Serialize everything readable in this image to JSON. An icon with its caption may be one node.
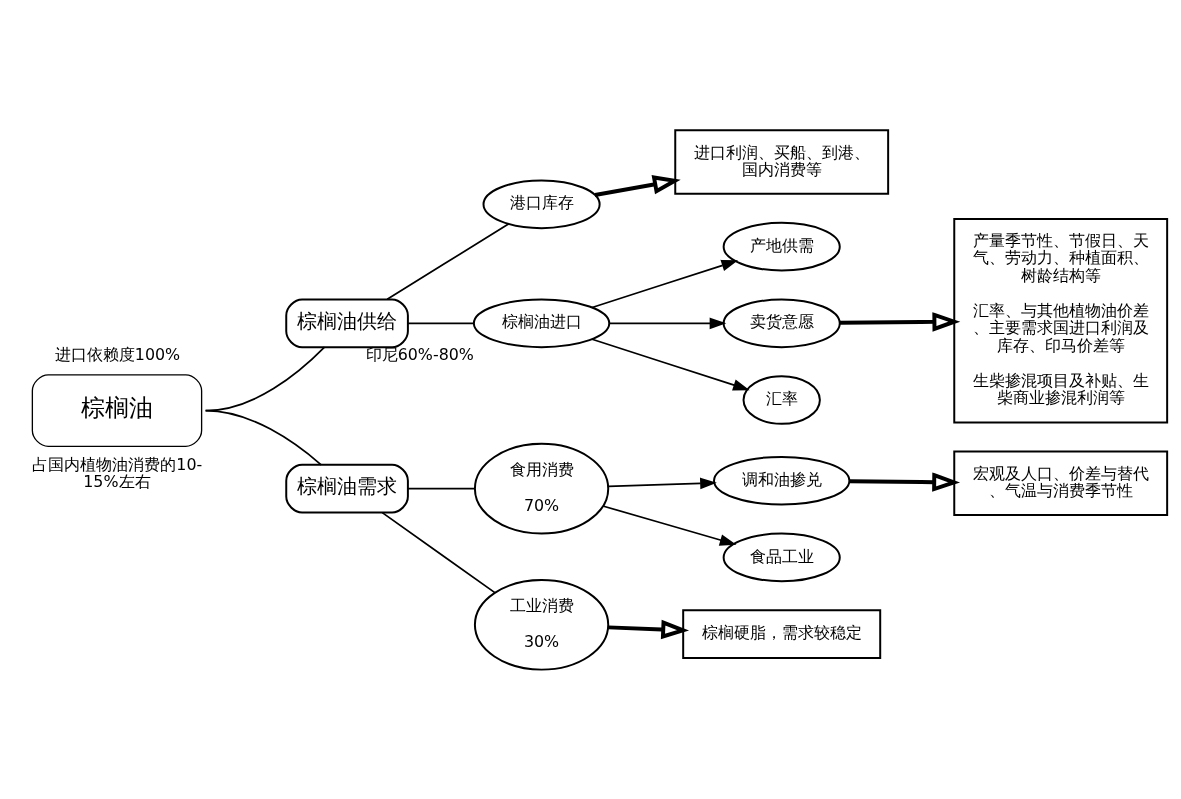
{
  "diagram": {
    "nodes": [
      {
        "text": [
          "棕榈油"
        ],
        "beside": [
          "进口依赖度100%",
          "占国内植物油消费的10-15%左右"
        ]
      },
      {
        "text": [
          "棕榈油供给"
        ]
      },
      {
        "text": [
          "港口库存"
        ]
      },
      {
        "text": [
          "进口利润、买船、到港、国内消费等"
        ]
      },
      {
        "text": [
          "棕榈油进口"
        ],
        "beside": [
          "印尼60%-80%"
        ]
      },
      {
        "text": [
          "产地供需"
        ]
      },
      {
        "text": [
          "卖货意愿"
        ]
      },
      {
        "text": [
          "汇率"
        ]
      },
      {
        "text": [
          "产量季节性、节假日、天气、劳动力、种植面积、树龄结构等",
          "汇率、与其他植物油价差、主要需求国进口利润及库存、印马价差等",
          "生柴掺混项目及补贴、生柴商业掺混利润等"
        ]
      },
      {
        "text": [
          "棕榈油需求"
        ]
      },
      {
        "text": [
          "食用消费",
          "70%"
        ]
      },
      {
        "text": [
          "调和油掺兑"
        ]
      },
      {
        "text": [
          "食品工业"
        ]
      },
      {
        "text": [
          "宏观及人口、价差与替代、气温与消费季节性"
        ]
      },
      {
        "text": [
          "工业消费",
          "30%"
        ]
      },
      {
        "text": [
          "棕榈硬脂，需求较稳定"
        ]
      }
    ],
    "edges": [
      {
        "from": 0,
        "to": 1,
        "arrow": "none"
      },
      {
        "from": 0,
        "to": 9,
        "arrow": "none"
      },
      {
        "from": 1,
        "to": 2,
        "arrow": "none"
      },
      {
        "from": 1,
        "to": 4,
        "arrow": "none"
      },
      {
        "from": 2,
        "to": 3,
        "arrow": "to",
        "style": "thick"
      },
      {
        "from": 4,
        "to": 5,
        "arrow": "to"
      },
      {
        "from": 4,
        "to": 6,
        "arrow": "to"
      },
      {
        "from": 4,
        "to": 7,
        "arrow": "to"
      },
      {
        "from": 6,
        "to": 8,
        "arrow": "to",
        "style": "thick"
      },
      {
        "from": 9,
        "to": 10,
        "arrow": "none"
      },
      {
        "from": 9,
        "to": 14,
        "arrow": "none"
      },
      {
        "from": 10,
        "to": 11,
        "arrow": "to"
      },
      {
        "from": 10,
        "to": 12,
        "arrow": "to"
      },
      {
        "from": 11,
        "to": 13,
        "arrow": "to",
        "style": "thick"
      },
      {
        "from": 14,
        "to": 15,
        "arrow": "to",
        "style": "thick"
      }
    ]
  }
}
